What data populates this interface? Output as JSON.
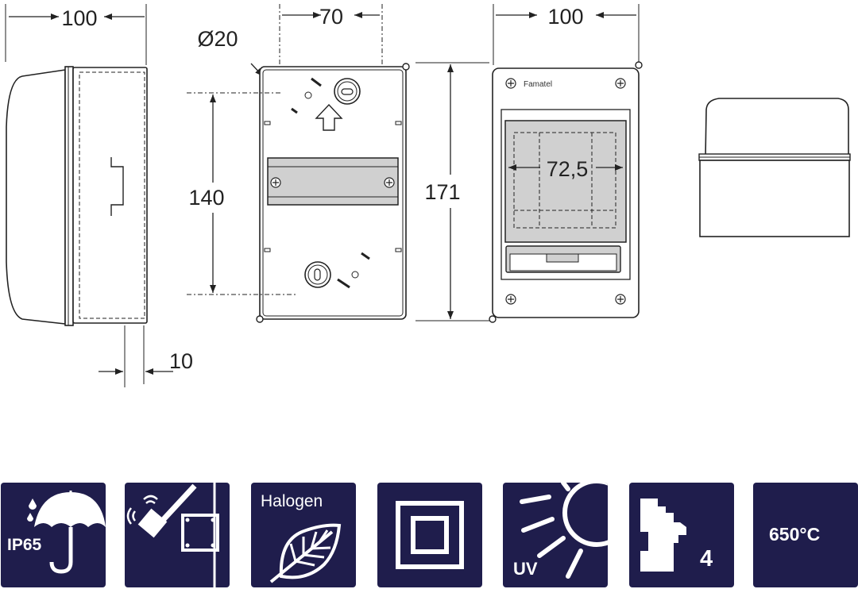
{
  "dimensions": {
    "side_depth": "100",
    "hole_spacing": "70",
    "knockout_diameter": "Ø20",
    "front_width": "100",
    "mount_height": "140",
    "total_height": "171",
    "wall_offset": "10",
    "window_width": "72,5"
  },
  "brand_label": "Famatel",
  "features": [
    {
      "icon": "umbrella-rain-icon",
      "label": "IP65"
    },
    {
      "icon": "hammer-impact-icon",
      "label": ""
    },
    {
      "icon": "leaf-icon",
      "label": "Halogen"
    },
    {
      "icon": "double-insulation-icon",
      "label": ""
    },
    {
      "icon": "sun-uv-icon",
      "label": "UV"
    },
    {
      "icon": "circuit-breaker-icon",
      "label": "4"
    },
    {
      "icon": "temperature-icon",
      "label": "650°C"
    }
  ],
  "colors": {
    "tile_background": "#1f1d4c",
    "tile_foreground": "#ffffff",
    "line": "#222222",
    "panel_fill": "#d0d0d0"
  }
}
